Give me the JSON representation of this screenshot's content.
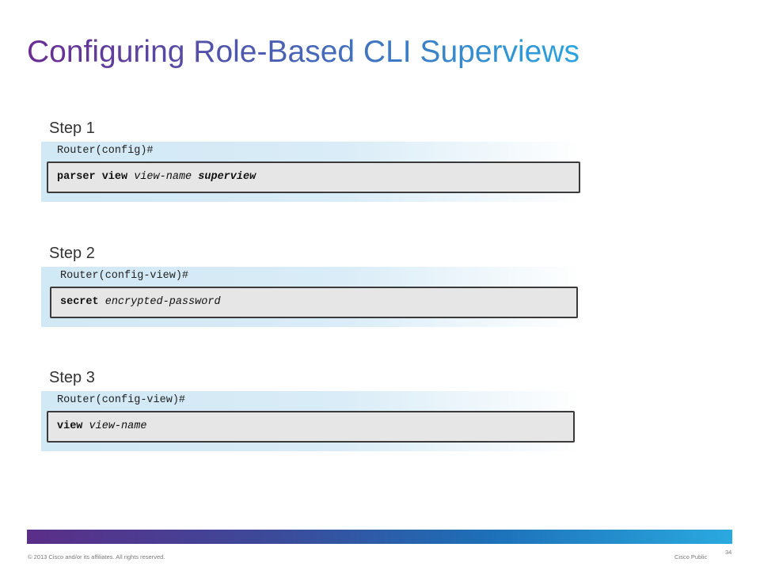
{
  "slide": {
    "title": "Configuring Role-Based CLI Superviews"
  },
  "steps": [
    {
      "label": "Step 1",
      "prompt": "Router(config)#",
      "command": [
        {
          "text": "parser view",
          "style": "keyword"
        },
        {
          "text": " ",
          "style": "plain"
        },
        {
          "text": "view-name",
          "style": "argument"
        },
        {
          "text": " ",
          "style": "plain"
        },
        {
          "text": "superview",
          "style": "keyword-argument"
        }
      ]
    },
    {
      "label": "Step 2",
      "prompt": "Router(config-view)#",
      "command": [
        {
          "text": "secret",
          "style": "keyword"
        },
        {
          "text": " ",
          "style": "plain"
        },
        {
          "text": "encrypted-password",
          "style": "argument"
        }
      ]
    },
    {
      "label": "Step 3",
      "prompt": "Router(config-view)#",
      "command": [
        {
          "text": "view",
          "style": "keyword"
        },
        {
          "text": " ",
          "style": "plain"
        },
        {
          "text": "view-name",
          "style": "argument"
        }
      ]
    }
  ],
  "footer": {
    "copyright": "© 2013 Cisco and/or its affiliates. All rights reserved.",
    "classification": "Cisco Public",
    "page_number": "34"
  }
}
